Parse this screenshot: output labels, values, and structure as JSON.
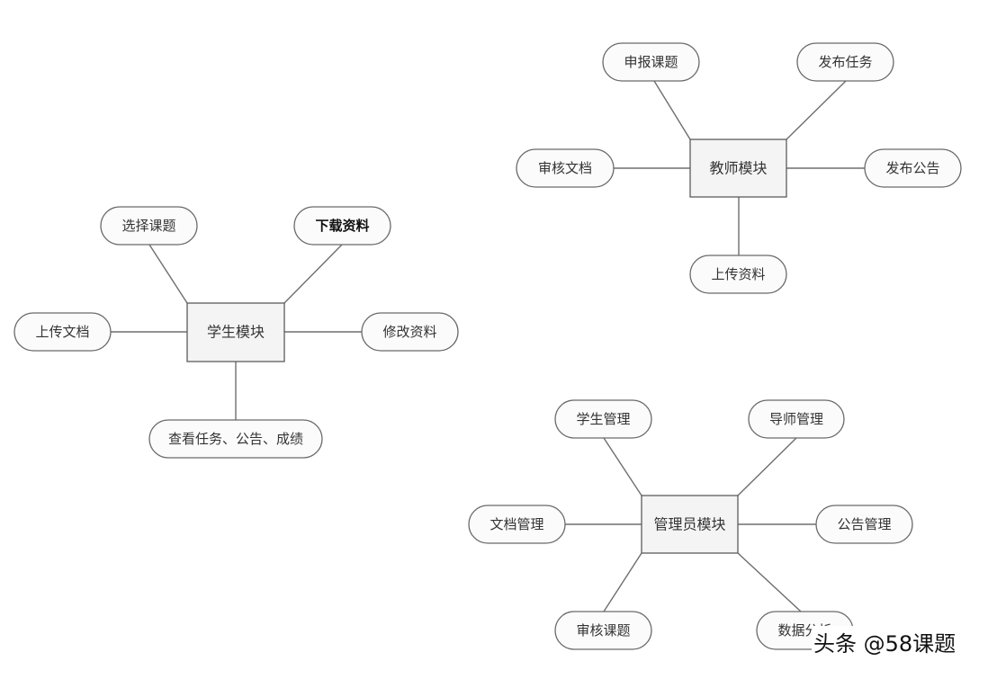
{
  "student": {
    "title": "学生模块",
    "items": {
      "top_left": "选择课题",
      "top_right": "下载资料",
      "left": "上传文档",
      "right": "修改资料",
      "bottom": "查看任务、公告、成绩"
    }
  },
  "teacher": {
    "title": "教师模块",
    "items": {
      "top_left": "申报课题",
      "top_right": "发布任务",
      "left": "审核文档",
      "right": "发布公告",
      "bottom": "上传资料"
    }
  },
  "admin": {
    "title": "管理员模块",
    "items": {
      "top_left": "学生管理",
      "top_right": "导师管理",
      "left": "文档管理",
      "right": "公告管理",
      "bottom_left": "审核课题",
      "bottom_right": "数据分析"
    }
  },
  "watermark": "头条 @58课题"
}
